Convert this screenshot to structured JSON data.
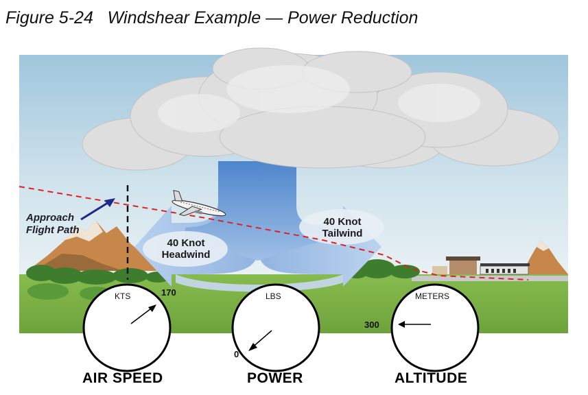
{
  "caption": "Figure 5-24   Windshear Example — Power Reduction",
  "labels": {
    "approach_line1": "Approach",
    "approach_line2": "Flight Path",
    "headwind_line1": "40 Knot",
    "headwind_line2": "Headwind",
    "tailwind_line1": "40 Knot",
    "tailwind_line2": "Tailwind"
  },
  "gauges": [
    {
      "title": "AIR SPEED",
      "unit": "KTS",
      "value": "170"
    },
    {
      "title": "POWER",
      "unit": "LBS",
      "value": "0"
    },
    {
      "title": "ALTITUDE",
      "unit": "METERS",
      "value": "300"
    }
  ],
  "colors": {
    "sky": "#bcd6e6",
    "cloud": "#dcdcdc",
    "downdraft": "#5d8fcf",
    "ground": "#7fb24a",
    "flight_path": "#e02020"
  }
}
